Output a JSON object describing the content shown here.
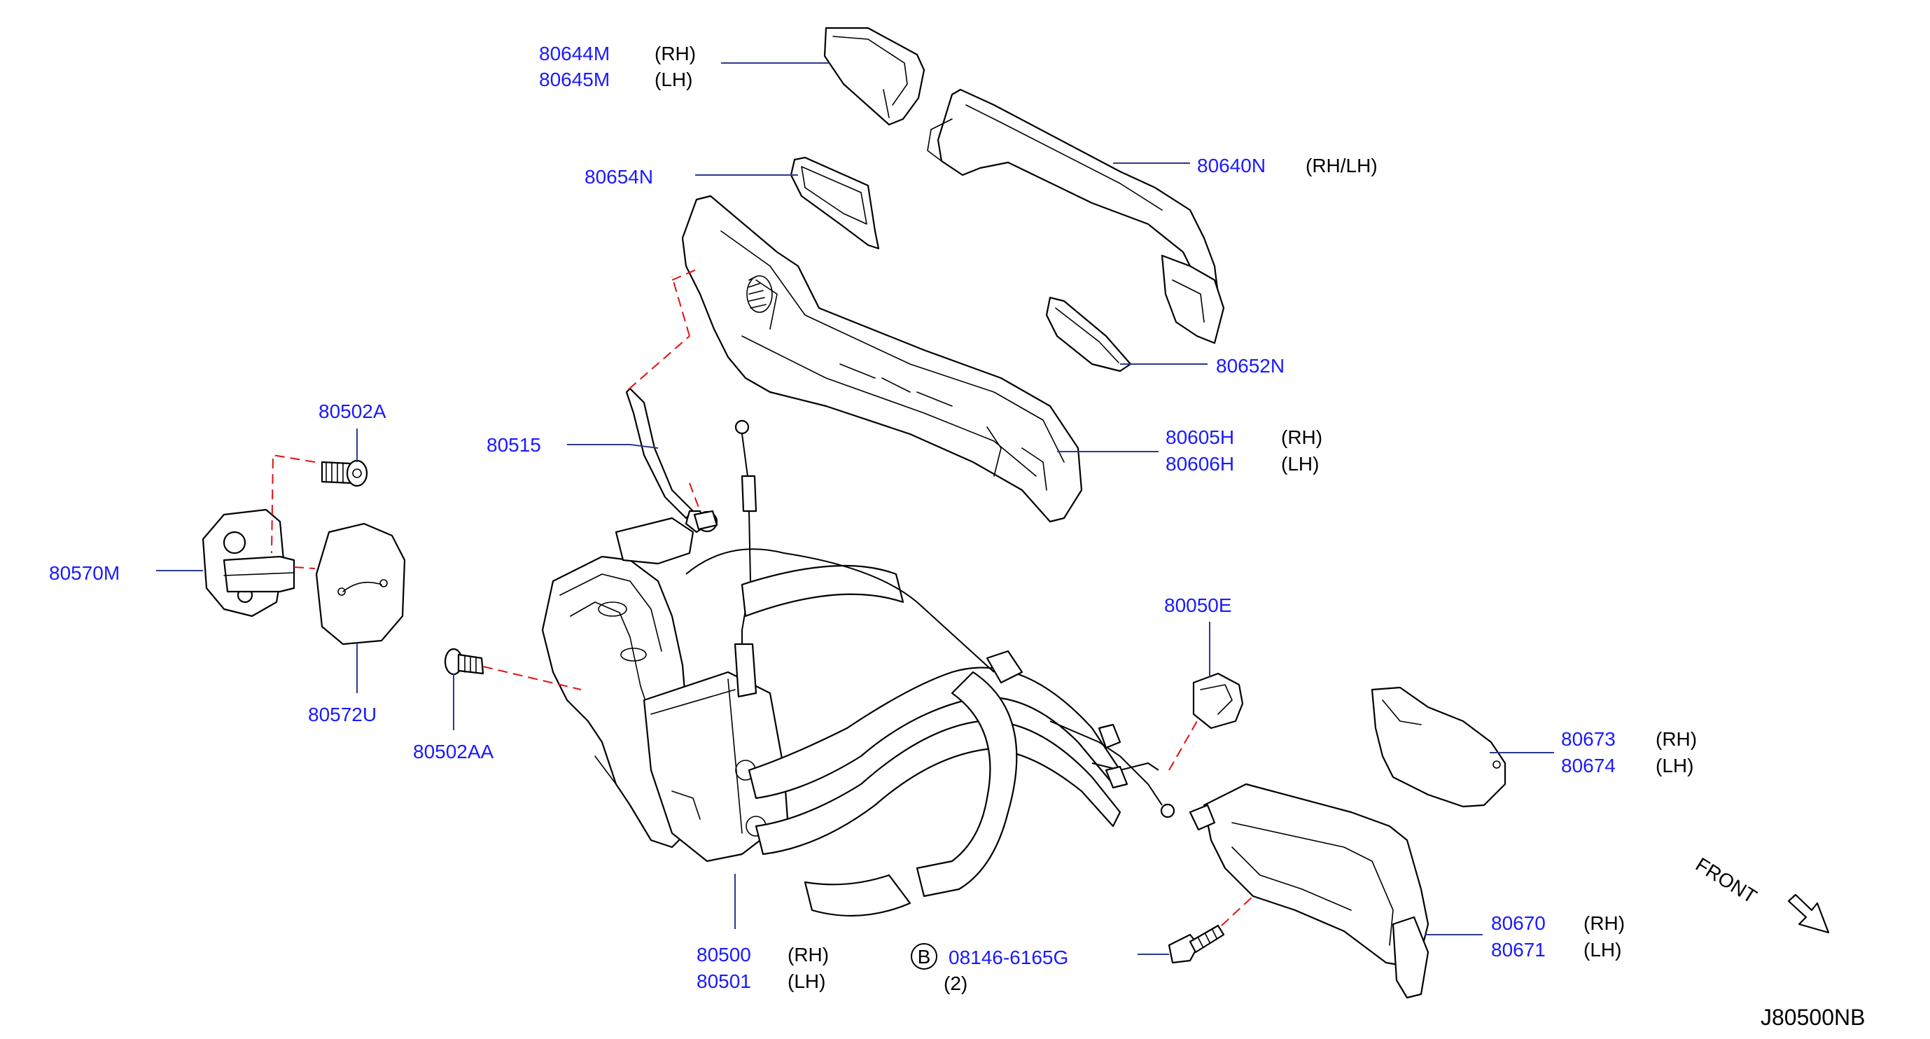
{
  "diagram_code": "J80500NB",
  "front_label": "FRONT",
  "callouts": [
    {
      "id": "80644M",
      "part": "80644M",
      "note": "(RH)"
    },
    {
      "id": "80645M",
      "part": "80645M",
      "note": "(LH)"
    },
    {
      "id": "80640N",
      "part": "80640N",
      "note": "(RH/LH)"
    },
    {
      "id": "80654N",
      "part": "80654N",
      "note": ""
    },
    {
      "id": "80652N",
      "part": "80652N",
      "note": ""
    },
    {
      "id": "80605H",
      "part": "80605H",
      "note": "(RH)"
    },
    {
      "id": "80606H",
      "part": "80606H",
      "note": "(LH)"
    },
    {
      "id": "80515",
      "part": "80515",
      "note": ""
    },
    {
      "id": "80502A",
      "part": "80502A",
      "note": ""
    },
    {
      "id": "80570M",
      "part": "80570M",
      "note": ""
    },
    {
      "id": "80572U",
      "part": "80572U",
      "note": ""
    },
    {
      "id": "80502AA",
      "part": "80502AA",
      "note": ""
    },
    {
      "id": "80050E",
      "part": "80050E",
      "note": ""
    },
    {
      "id": "80673",
      "part": "80673",
      "note": "(RH)"
    },
    {
      "id": "80674",
      "part": "80674",
      "note": "(LH)"
    },
    {
      "id": "80670",
      "part": "80670",
      "note": "(RH)"
    },
    {
      "id": "80671",
      "part": "80671",
      "note": "(LH)"
    },
    {
      "id": "80500",
      "part": "80500",
      "note": "(RH)"
    },
    {
      "id": "80501",
      "part": "80501",
      "note": "(LH)"
    },
    {
      "id": "08146-6165G",
      "part": "08146-6165G",
      "note": "(2)",
      "badge": "B"
    }
  ]
}
